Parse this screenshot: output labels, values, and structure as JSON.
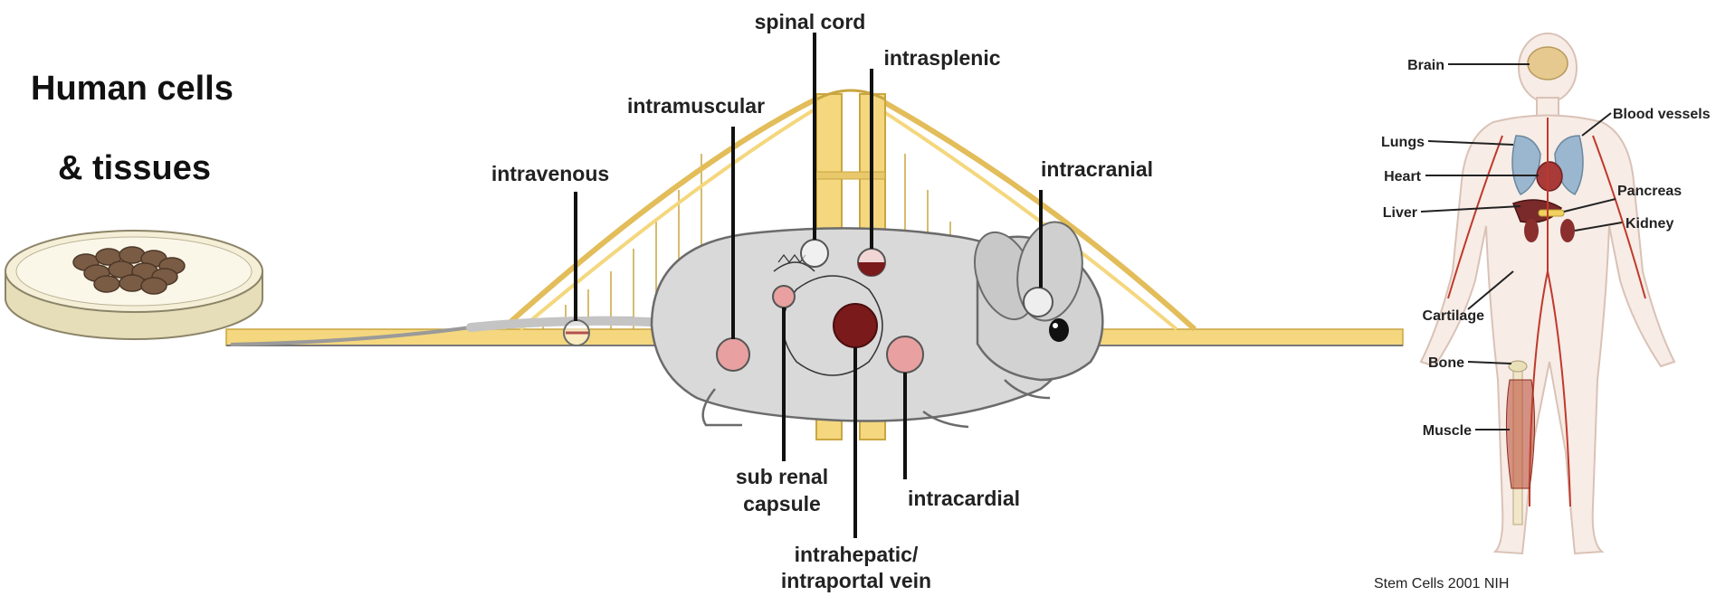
{
  "left_panel": {
    "title_line1": "Human cells",
    "title_line2": "& tissues"
  },
  "mouse_sites": {
    "spinal_cord": "spinal cord",
    "intrasplenic": "intrasplenic",
    "intramuscular": "intramuscular",
    "intravenous": "intravenous",
    "intracranial": "intracranial",
    "sub_renal_line1": "sub renal",
    "sub_renal_line2": "capsule",
    "intracardial": "intracardial",
    "intrahepatic_line1": "intrahepatic/",
    "intrahepatic_line2": "intraportal vein"
  },
  "human_body": {
    "brain": "Brain",
    "blood_vessels": "Blood vessels",
    "lungs": "Lungs",
    "heart": "Heart",
    "pancreas": "Pancreas",
    "liver": "Liver",
    "kidney": "Kidney",
    "cartilage": "Cartilage",
    "bone": "Bone",
    "muscle": "Muscle"
  },
  "credit": "Stem Cells 2001 NIH",
  "colors": {
    "bridge": "#f4d77e",
    "bridge_edge": "#c9a640",
    "mouse": "#d9d9d9",
    "organ_dark": "#7a1a1a",
    "organ_pink": "#e8a0a0",
    "dish": "#f0ead2",
    "cell": "#7a5c45"
  }
}
